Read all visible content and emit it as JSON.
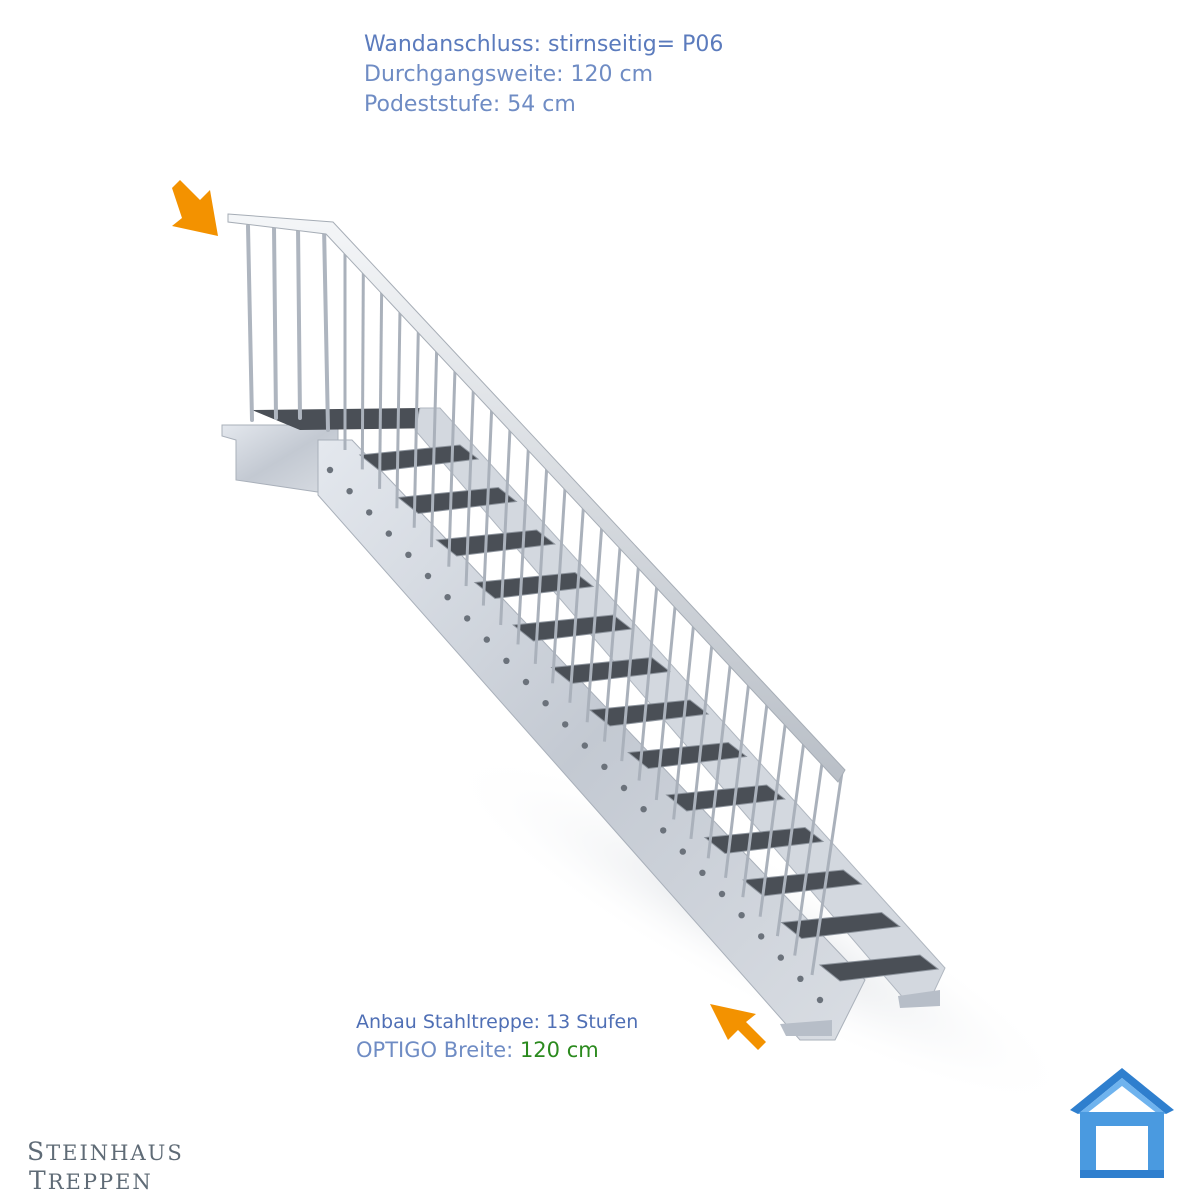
{
  "top_info": {
    "line1": "Wandanschluss: stirnseitig= P06",
    "line2": "Durchgangsweite: 120 cm",
    "line3": "Podeststufe: 54 cm"
  },
  "bottom_info": {
    "line1": "Anbau Stahltreppe: 13 Stufen",
    "line2_label": "OPTIGO Breite: ",
    "line2_value": "120 cm"
  },
  "brand": {
    "line1_cap": "S",
    "line1_rest": "TEINHAUS",
    "line2_cap": "T",
    "line2_rest": "REPPEN"
  },
  "stairs": {
    "step_count": 13
  },
  "colors": {
    "text_blue": "#6f8cc4",
    "text_accent_green": "#2b8a1e",
    "arrow_orange": "#f39200",
    "logo_blue": "#3b8ed6",
    "galvanized_steel": "#c9ced6",
    "grating": "#4a4f56"
  },
  "icons": {
    "top_arrow": "arrow-down-right-icon",
    "bottom_arrow": "arrow-up-left-icon",
    "logo": "house-logo-icon"
  }
}
